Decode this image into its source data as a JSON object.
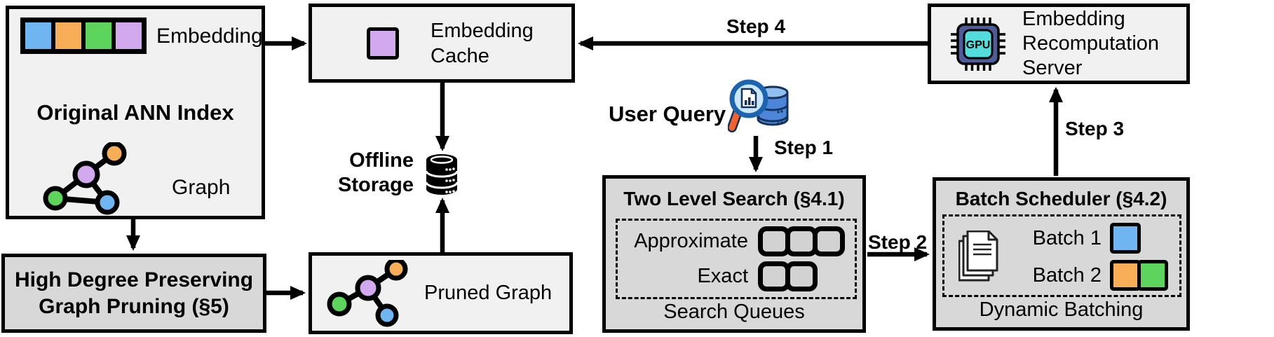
{
  "original_index": {
    "embedding_label": "Embedding",
    "title": "Original ANN Index",
    "graph_label": "Graph"
  },
  "graph_pruning": {
    "title": "High Degree Preserving\nGraph Pruning (§5)"
  },
  "embedding_cache": {
    "title": "Embedding\nCache"
  },
  "offline_storage": {
    "label": "Offline\nStorage"
  },
  "pruned_graph": {
    "label": "Pruned Graph"
  },
  "user_query": {
    "label": "User Query"
  },
  "two_level_search": {
    "title": "Two Level Search (§4.1)",
    "approximate_label": "Approximate",
    "exact_label": "Exact",
    "approximate_queue_count": 3,
    "exact_queue_count": 2,
    "caption": "Search Queues"
  },
  "batch_scheduler": {
    "title": "Batch Scheduler (§4.2)",
    "batch1_label": "Batch 1",
    "batch2_label": "Batch 2",
    "caption": "Dynamic Batching"
  },
  "recompute_server": {
    "title": "Embedding\nRecomputation\nServer",
    "gpu_label": "GPU"
  },
  "steps": {
    "step1": "Step 1",
    "step2": "Step 2",
    "step3": "Step 3",
    "step4": "Step 4"
  },
  "colors": {
    "blue": "#6FB5F2",
    "orange": "#F7AE56",
    "green": "#5DD55D",
    "purple": "#D2A9EF",
    "light_box_bg": "#F1F1F1",
    "dark_box_bg": "#D8D8D8",
    "queue_fill": "#D2D2D2",
    "gpu_body": "#4E5C99",
    "gpu_screen": "#52DCDC",
    "magnifier_rim": "#1D64B0",
    "magnifier_lens": "#C9E7F8",
    "magnifier_handle": "#F2622E",
    "db_body": "#4D86D8",
    "db_top": "#8FC0F0",
    "line": "#000000"
  }
}
